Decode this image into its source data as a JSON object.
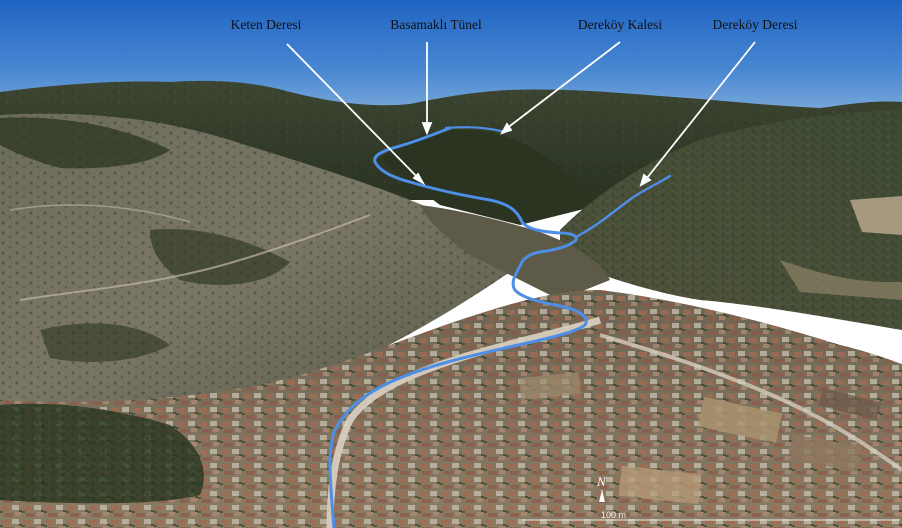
{
  "labels": {
    "keten": "Keten Deresi",
    "tunel": "Basamaklı Tünel",
    "kale": "Dereköy Kalesi",
    "dere": "Dereköy Deresi"
  },
  "compass": {
    "letter": "N"
  },
  "scale": {
    "text": "100 m"
  },
  "icons": {
    "north_arrow": "north-arrow-icon"
  },
  "colors": {
    "sky_top": "#1f64c3",
    "sky_bottom": "#89b4dc",
    "river": "#4d8ee6",
    "label_text": "#111111",
    "arrow": "#ffffff"
  }
}
